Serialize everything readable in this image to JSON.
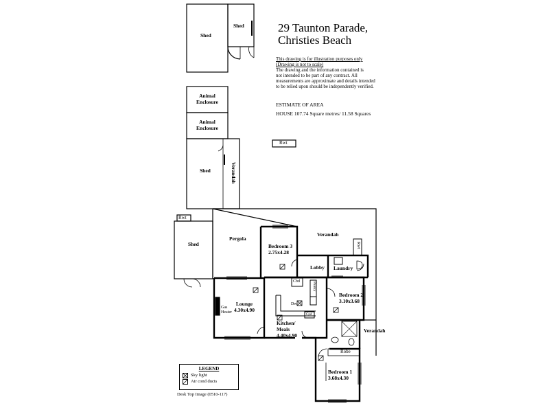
{
  "address": {
    "line1": "29 Taunton Parade,",
    "line2": "Christies Beach"
  },
  "disclaimer": {
    "line1": "This drawing is for illustration purposes only",
    "line2": "(Drawing is not to scale)",
    "body": [
      "The drawing and the information contained is",
      "not intended to be part of any contract.  All",
      "measurements are approximate and details intended",
      "to be relied upon should be independently verified."
    ]
  },
  "area": {
    "heading": "ESTIMATE OF AREA",
    "house": "HOUSE  107.74 Square metres/ 11.58 Squares"
  },
  "outbuildings": {
    "shed_top_left": "Shed",
    "shed_top_right": "Shed",
    "animal_1": [
      "Animal",
      "Enclosure"
    ],
    "animal_2": [
      "Animal",
      "Enclosure"
    ],
    "shed_middle": "Shed",
    "verandah_middle": "Verandah",
    "shed_left": "Shed",
    "rwt_top": "Rwt",
    "rwt_left": "Rwt",
    "rwt_right": "Rwt"
  },
  "rooms": {
    "pergola": "Pergola",
    "verandah_top": "Verandah",
    "bedroom3": [
      "Bedroom 3",
      "2.75x4.28"
    ],
    "lobby": "Lobby",
    "laundry": "Laundry",
    "lounge": [
      "Lounge",
      "4.30x4.90"
    ],
    "gas_heater": [
      "Gas",
      "Heater"
    ],
    "cbd": "Cbd",
    "dw": "Dw",
    "pantry": "Pantry",
    "cpd": "Cpd",
    "kitchen": [
      "Kitchen/",
      "Meals",
      "4.40x4.90"
    ],
    "bedroom2": [
      "Bedroom 2",
      "3.10x3.68"
    ],
    "verandah_right": "Verandah",
    "robe": "Robe",
    "bedroom1": [
      "Bedroom 1",
      "3.68x4.30"
    ]
  },
  "legend": {
    "title": "LEGEND",
    "sky_light": "Sky light",
    "air_cond": "Air cond ducts"
  },
  "footer": "Desk Top Image  (0510-117)"
}
